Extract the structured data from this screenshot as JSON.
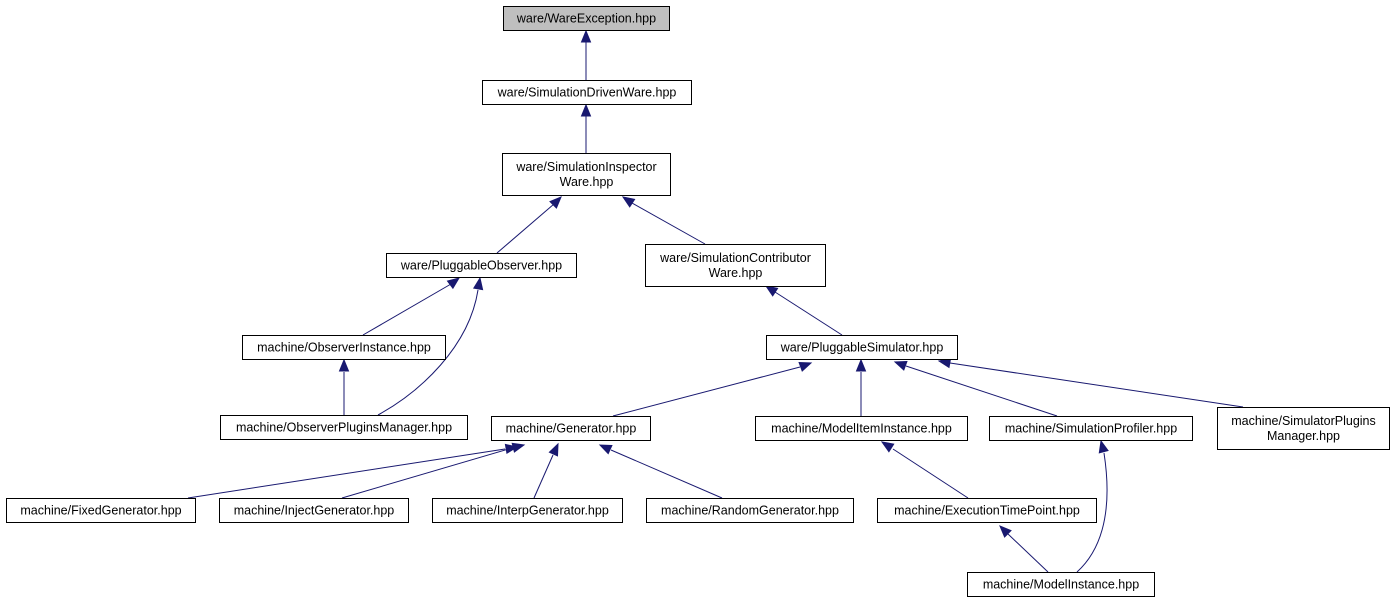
{
  "diagram": {
    "type": "include-dependency-graph",
    "nodes": [
      {
        "id": "n0",
        "label": [
          "ware/WareException.hpp"
        ],
        "root": true
      },
      {
        "id": "n1",
        "label": [
          "ware/SimulationDrivenWare.hpp"
        ]
      },
      {
        "id": "n2",
        "label": [
          "ware/SimulationInspector",
          "Ware.hpp"
        ]
      },
      {
        "id": "n3",
        "label": [
          "ware/PluggableObserver.hpp"
        ]
      },
      {
        "id": "n4",
        "label": [
          "ware/SimulationContributor",
          "Ware.hpp"
        ]
      },
      {
        "id": "n5",
        "label": [
          "machine/ObserverInstance.hpp"
        ]
      },
      {
        "id": "n6",
        "label": [
          "ware/PluggableSimulator.hpp"
        ]
      },
      {
        "id": "n7",
        "label": [
          "machine/ObserverPluginsManager.hpp"
        ]
      },
      {
        "id": "n8",
        "label": [
          "machine/Generator.hpp"
        ]
      },
      {
        "id": "n9",
        "label": [
          "machine/ModelItemInstance.hpp"
        ]
      },
      {
        "id": "n10",
        "label": [
          "machine/SimulationProfiler.hpp"
        ]
      },
      {
        "id": "n11",
        "label": [
          "machine/SimulatorPlugins",
          "Manager.hpp"
        ]
      },
      {
        "id": "n12",
        "label": [
          "machine/FixedGenerator.hpp"
        ]
      },
      {
        "id": "n13",
        "label": [
          "machine/InjectGenerator.hpp"
        ]
      },
      {
        "id": "n14",
        "label": [
          "machine/InterpGenerator.hpp"
        ]
      },
      {
        "id": "n15",
        "label": [
          "machine/RandomGenerator.hpp"
        ]
      },
      {
        "id": "n16",
        "label": [
          "machine/ExecutionTimePoint.hpp"
        ]
      },
      {
        "id": "n17",
        "label": [
          "machine/ModelInstance.hpp"
        ]
      }
    ],
    "edges": [
      {
        "from": "n1",
        "to": "n0"
      },
      {
        "from": "n2",
        "to": "n1"
      },
      {
        "from": "n3",
        "to": "n2"
      },
      {
        "from": "n4",
        "to": "n2"
      },
      {
        "from": "n5",
        "to": "n3"
      },
      {
        "from": "n7",
        "to": "n3"
      },
      {
        "from": "n6",
        "to": "n4"
      },
      {
        "from": "n7",
        "to": "n5"
      },
      {
        "from": "n8",
        "to": "n6"
      },
      {
        "from": "n9",
        "to": "n6"
      },
      {
        "from": "n10",
        "to": "n6"
      },
      {
        "from": "n11",
        "to": "n6"
      },
      {
        "from": "n12",
        "to": "n8"
      },
      {
        "from": "n13",
        "to": "n8"
      },
      {
        "from": "n14",
        "to": "n8"
      },
      {
        "from": "n15",
        "to": "n8"
      },
      {
        "from": "n16",
        "to": "n9"
      },
      {
        "from": "n17",
        "to": "n16"
      },
      {
        "from": "n17",
        "to": "n10"
      }
    ]
  },
  "colors": {
    "edge": "#191970",
    "node_border": "#000000",
    "node_fill": "#ffffff",
    "root_fill": "#bfbfbf"
  }
}
